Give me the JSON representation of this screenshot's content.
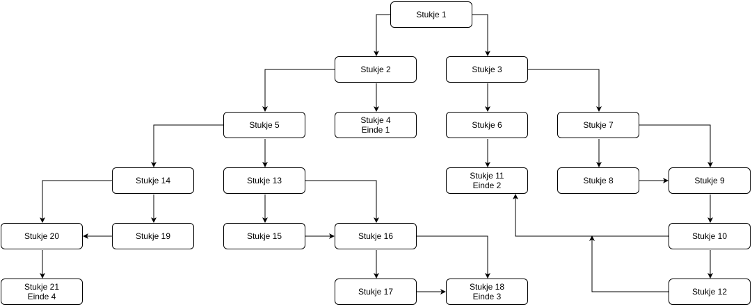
{
  "nodes": {
    "n1": {
      "line1": "Stukje 1"
    },
    "n2": {
      "line1": "Stukje 2"
    },
    "n3": {
      "line1": "Stukje 3"
    },
    "n4": {
      "line1": "Stukje 4",
      "line2": "Einde 1"
    },
    "n5": {
      "line1": "Stukje 5"
    },
    "n6": {
      "line1": "Stukje 6"
    },
    "n7": {
      "line1": "Stukje 7"
    },
    "n8": {
      "line1": "Stukje 8"
    },
    "n9": {
      "line1": "Stukje 9"
    },
    "n10": {
      "line1": "Stukje 10"
    },
    "n11": {
      "line1": "Stukje 11",
      "line2": "Einde 2"
    },
    "n12": {
      "line1": "Stukje 12"
    },
    "n13": {
      "line1": "Stukje 13"
    },
    "n14": {
      "line1": "Stukje 14"
    },
    "n15": {
      "line1": "Stukje 15"
    },
    "n16": {
      "line1": "Stukje 16"
    },
    "n17": {
      "line1": "Stukje 17"
    },
    "n18": {
      "line1": "Stukje 18",
      "line2": "Einde 3"
    },
    "n19": {
      "line1": "Stukje 19"
    },
    "n20": {
      "line1": "Stukje 20"
    },
    "n21": {
      "line1": "Stukje 21",
      "line2": "Einde 4"
    }
  },
  "edges": [
    {
      "from": "n1",
      "to": "n2"
    },
    {
      "from": "n1",
      "to": "n3"
    },
    {
      "from": "n2",
      "to": "n5"
    },
    {
      "from": "n2",
      "to": "n4"
    },
    {
      "from": "n3",
      "to": "n6"
    },
    {
      "from": "n3",
      "to": "n7"
    },
    {
      "from": "n5",
      "to": "n14"
    },
    {
      "from": "n5",
      "to": "n13"
    },
    {
      "from": "n6",
      "to": "n11"
    },
    {
      "from": "n7",
      "to": "n8"
    },
    {
      "from": "n7",
      "to": "n9"
    },
    {
      "from": "n8",
      "to": "n9"
    },
    {
      "from": "n14",
      "to": "n20"
    },
    {
      "from": "n14",
      "to": "n19"
    },
    {
      "from": "n13",
      "to": "n15"
    },
    {
      "from": "n13",
      "to": "n16"
    },
    {
      "from": "n9",
      "to": "n10"
    },
    {
      "from": "n19",
      "to": "n20"
    },
    {
      "from": "n15",
      "to": "n16"
    },
    {
      "from": "n10",
      "to": "n11"
    },
    {
      "from": "n10",
      "to": "n12"
    },
    {
      "from": "n12",
      "to": "n10"
    },
    {
      "from": "n20",
      "to": "n21"
    },
    {
      "from": "n16",
      "to": "n17"
    },
    {
      "from": "n16",
      "to": "n18"
    },
    {
      "from": "n17",
      "to": "n18"
    }
  ],
  "colors": {
    "stroke": "#000000",
    "fill": "#ffffff"
  }
}
